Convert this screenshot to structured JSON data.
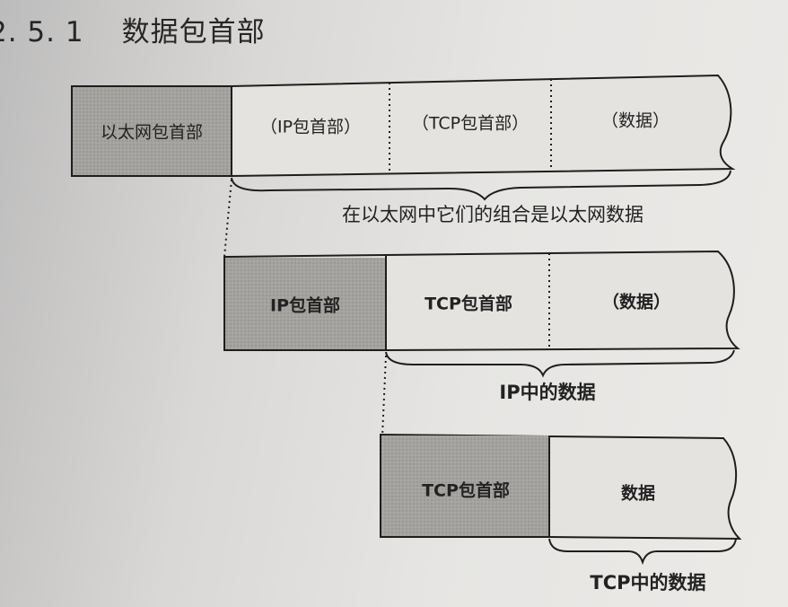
{
  "heading": {
    "number": "2. 5. 1",
    "title": "数据包首部"
  },
  "row1": {
    "cells": [
      "以太网包首部",
      "（IP包首部）",
      "（TCP包首部）",
      "（数据）"
    ],
    "caption": "在以太网中它们的组合是以太网数据"
  },
  "row2": {
    "cells": [
      "IP包首部",
      "TCP包首部",
      "（数据）"
    ],
    "caption": "IP中的数据"
  },
  "row3": {
    "cells": [
      "TCP包首部",
      "数据"
    ],
    "caption": "TCP中的数据"
  },
  "colors": {
    "header_shade": "#9f9e9b",
    "cell_fill": "#e7e6e3",
    "line": "#1e1e1e"
  }
}
